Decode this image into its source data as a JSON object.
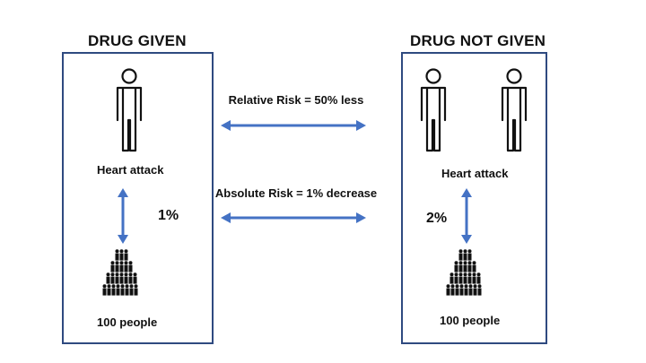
{
  "left": {
    "title": "DRUG GIVEN",
    "outcome_label": "Heart attack",
    "rate": "1%",
    "population_label": "100 people",
    "figure_icons": [
      "person-icon"
    ]
  },
  "right": {
    "title": "DRUG NOT GIVEN",
    "outcome_label": "Heart attack",
    "rate": "2%",
    "population_label": "100 people",
    "figure_icons": [
      "person-icon",
      "person-icon"
    ]
  },
  "middle": {
    "relative_risk": "Relative Risk = 50% less",
    "absolute_risk": "Absolute Risk = 1% decrease"
  },
  "colors": {
    "panel_border": "#2f4a80",
    "arrow": "#4472c4",
    "icon": "#111111"
  }
}
